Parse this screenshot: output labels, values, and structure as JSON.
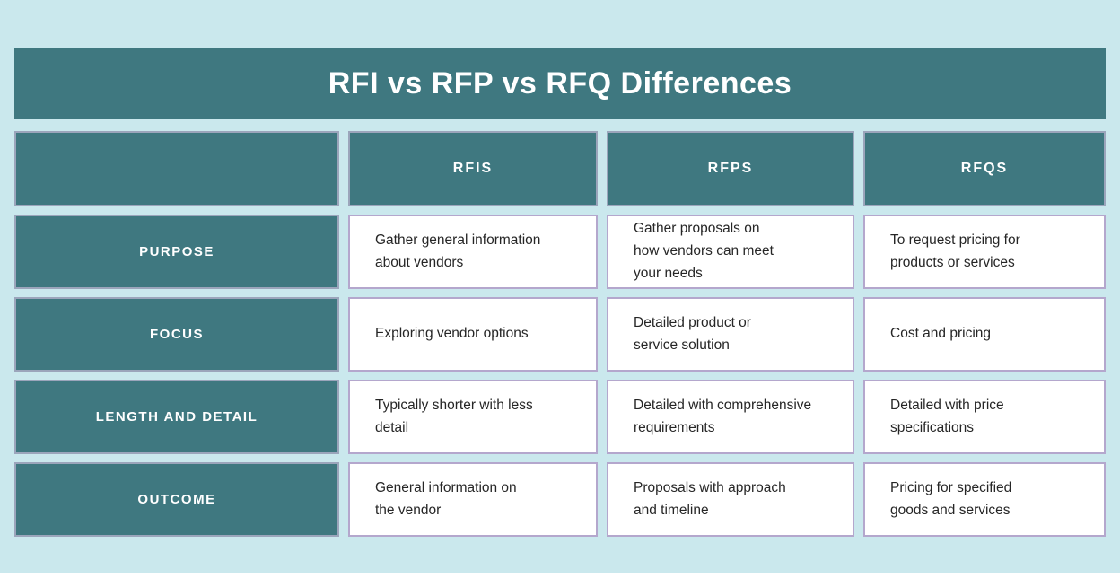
{
  "colors": {
    "background": "#cae8ed",
    "teal": "#3f7880",
    "teal_block_border": "#9ba5bb",
    "cell_border": "#b4a7cd",
    "cell_text": "#262626",
    "header_text": "#ffffff"
  },
  "title": "RFI vs RFP vs RFQ Differences",
  "table": {
    "column_headers": [
      "RFIS",
      "RFPS",
      "RFQS"
    ],
    "rows": [
      {
        "label": "PURPOSE",
        "cells": [
          "Gather general information\nabout vendors",
          "Gather proposals on\nhow vendors can meet\nyour needs",
          "To request pricing for\nproducts or services"
        ]
      },
      {
        "label": "FOCUS",
        "cells": [
          "Exploring vendor options",
          "Detailed product or\nservice solution",
          "Cost and pricing"
        ]
      },
      {
        "label": "LENGTH AND DETAIL",
        "cells": [
          "Typically shorter with less\ndetail",
          "Detailed with comprehensive\nrequirements",
          "Detailed with price\nspecifications"
        ]
      },
      {
        "label": "OUTCOME",
        "cells": [
          "General information on\nthe vendor",
          "Proposals with approach\nand timeline",
          "Pricing for specified\ngoods and services"
        ]
      }
    ]
  },
  "chart_data": {
    "type": "table",
    "title": "RFI vs RFP vs RFQ Differences",
    "columns": [
      "",
      "RFIS",
      "RFPS",
      "RFQS"
    ],
    "rows": [
      [
        "PURPOSE",
        "Gather general information about vendors",
        "Gather proposals on how vendors can meet your needs",
        "To request pricing for products or services"
      ],
      [
        "FOCUS",
        "Exploring vendor options",
        "Detailed product or service solution",
        "Cost and pricing"
      ],
      [
        "LENGTH AND DETAIL",
        "Typically shorter with less detail",
        "Detailed with comprehensive requirements",
        "Detailed with price specifications"
      ],
      [
        "OUTCOME",
        "General information on the vendor",
        "Proposals with approach and timeline",
        "Pricing for specified goods and services"
      ]
    ]
  }
}
